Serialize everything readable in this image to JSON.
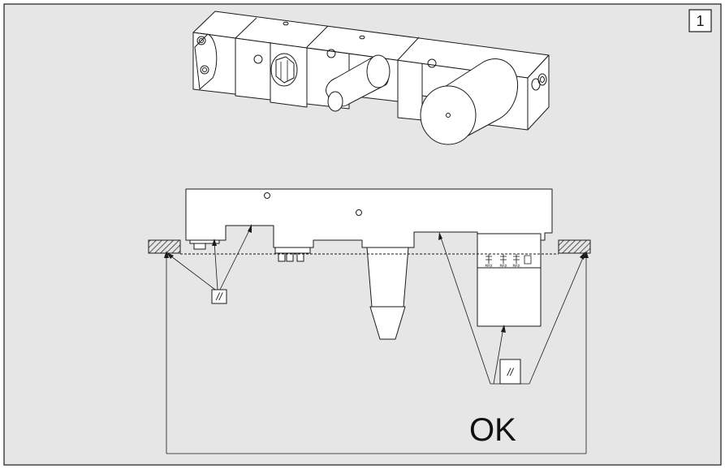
{
  "step_number": "1",
  "result_label": "OK",
  "parallelism_symbol": "//",
  "valve_marks": [
    "MAX",
    "MAX",
    "MAX"
  ],
  "colors": {
    "panel": "#e6e6e6",
    "line": "#1a1a1a",
    "part": "#ffffff"
  }
}
